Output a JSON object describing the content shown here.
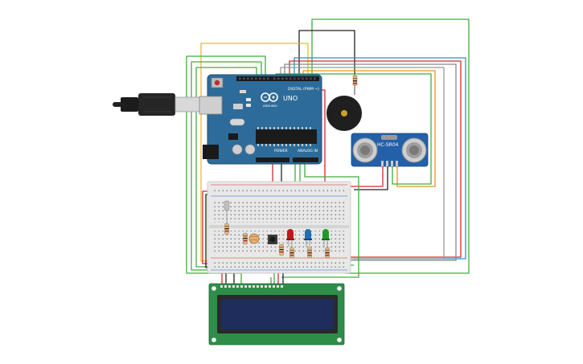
{
  "arduino": {
    "model": "UNO",
    "brand": "ARDUINO",
    "digital_header": "DIGITAL (PWM ~)",
    "power_header": "POWER",
    "analog_header": "ANALOG IN"
  },
  "sensor": {
    "model": "HC-SR04"
  },
  "colors": {
    "board_blue": "#2d6c9a",
    "breadboard": "#e8e8e8",
    "lcd_pcb": "#2f8d4a",
    "lcd_screen": "#1e2d5c",
    "wire_red": "#d42a2a",
    "wire_black": "#222222",
    "wire_green": "#3fae3f",
    "wire_yellow": "#e2c21c",
    "wire_orange": "#e89320",
    "wire_blue": "#2a8fd0",
    "wire_gray": "#888888",
    "led_red": "#c21818",
    "led_blue": "#1f6fb0",
    "led_green": "#1e9a2a"
  }
}
